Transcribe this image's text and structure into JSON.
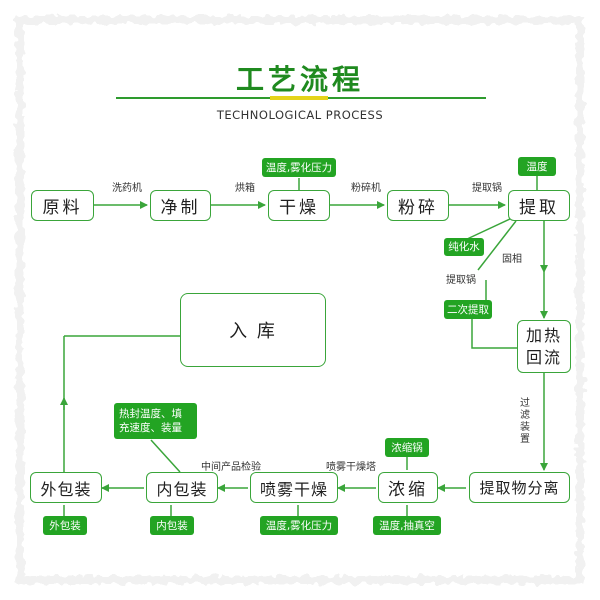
{
  "title": "工艺流程",
  "subtitle": "TECHNOLOGICAL PROCESS",
  "colors": {
    "accent": "#23a423",
    "line": "#3aa53a",
    "title": "#1f8a1f",
    "underline_highlight": "#e5d41a"
  },
  "nodes": {
    "raw": "原料",
    "clean": "净制",
    "dry": "干燥",
    "crush": "粉碎",
    "extract": "提取",
    "heat_reflux": "加热回流",
    "extract_separate": "提取物分离",
    "concentrate": "浓缩",
    "spray_dry": "喷雾干燥",
    "inner_pack": "内包装",
    "outer_pack": "外包装",
    "storage": "入 库"
  },
  "tags": {
    "dry_params": "温度,雾化压力",
    "extract_temp": "温度",
    "pure_water": "纯化水",
    "second_extract": "二次提取",
    "concentrate_tank": "浓缩锅",
    "concentrate_params": "温度,抽真空",
    "spray_params": "温度,雾化压力",
    "inner_pack_params": "热封温度、填充速度、装量",
    "inner_pack_tag": "内包装",
    "outer_pack_tag": "外包装"
  },
  "labels": {
    "washer": "洗药机",
    "oven": "烘箱",
    "crusher": "粉碎机",
    "extract_tank": "提取锅",
    "extract_tank2": "提取锅",
    "ratio": "固相",
    "filter": "过滤装置",
    "spray_tower": "喷雾干燥塔",
    "midway_check": "中间产品检验"
  }
}
